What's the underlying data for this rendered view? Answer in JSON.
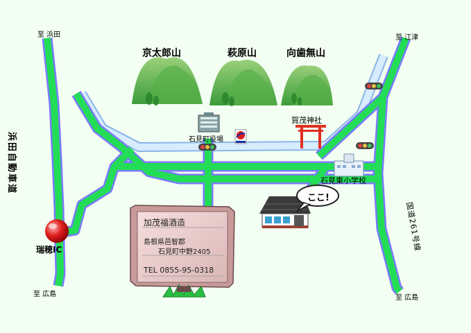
{
  "labels": {
    "to_hamada": "至 浜田",
    "to_gotsu": "至 江津",
    "to_hiroshima_left": "至 広島",
    "to_hiroshima_right": "至 広島",
    "expressway": "浜田自動車道",
    "route261": "国道261号線",
    "interchange": "瑞穂IC"
  },
  "mountains": [
    {
      "name": "京太郎山"
    },
    {
      "name": "萩原山"
    },
    {
      "name": "向歯無山"
    }
  ],
  "landmarks": {
    "town_office": "石見町役場",
    "shrine": "賀茂神社",
    "school": "石見東小学校",
    "here_bubble": "ここ!"
  },
  "signboard": {
    "name": "加茂福酒造",
    "address1": "島根県邑智郡",
    "address2": "石見町中野2405",
    "tel": "TEL  0855-95-0318"
  },
  "colors": {
    "road_fill": "#22dd55",
    "road_edge": "#8080ff",
    "river": "#cfe8ff",
    "background": "#f2fff2"
  }
}
